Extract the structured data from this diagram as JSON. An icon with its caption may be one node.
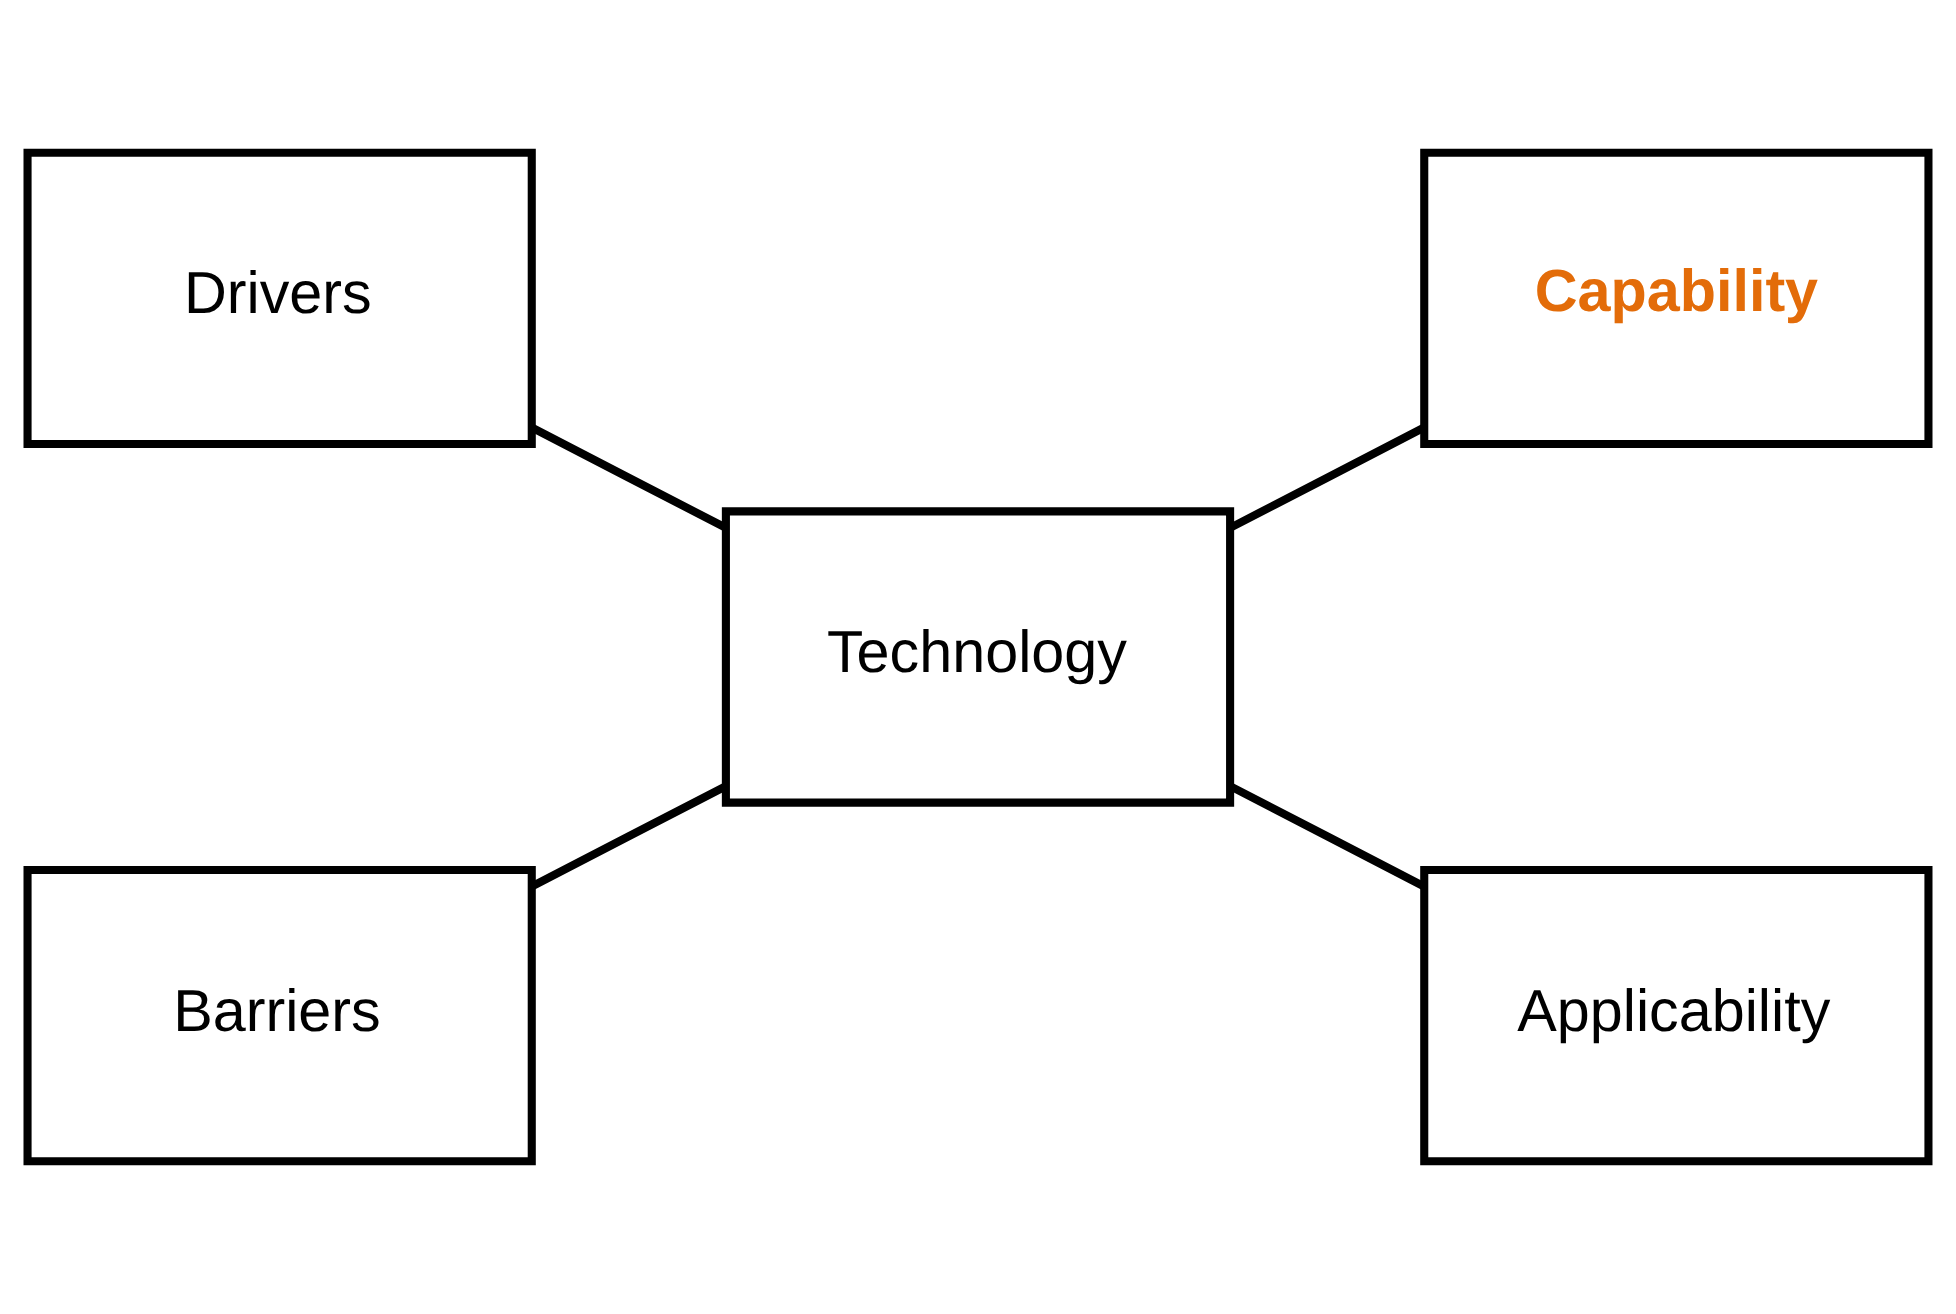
{
  "diagram": {
    "nodes": [
      {
        "text": [
          "Drivers"
        ]
      },
      {
        "text": [
          "Capability"
        ]
      },
      {
        "text": [
          "Technology"
        ]
      },
      {
        "text": [
          "Barriers"
        ]
      },
      {
        "text": [
          "Applicability"
        ]
      }
    ],
    "edges": [
      {
        "from": 0,
        "to": 2,
        "arrow": "none"
      },
      {
        "from": 2,
        "to": 1,
        "arrow": "none"
      },
      {
        "from": 3,
        "to": 2,
        "arrow": "none"
      },
      {
        "from": 2,
        "to": 4,
        "arrow": "none"
      }
    ]
  }
}
